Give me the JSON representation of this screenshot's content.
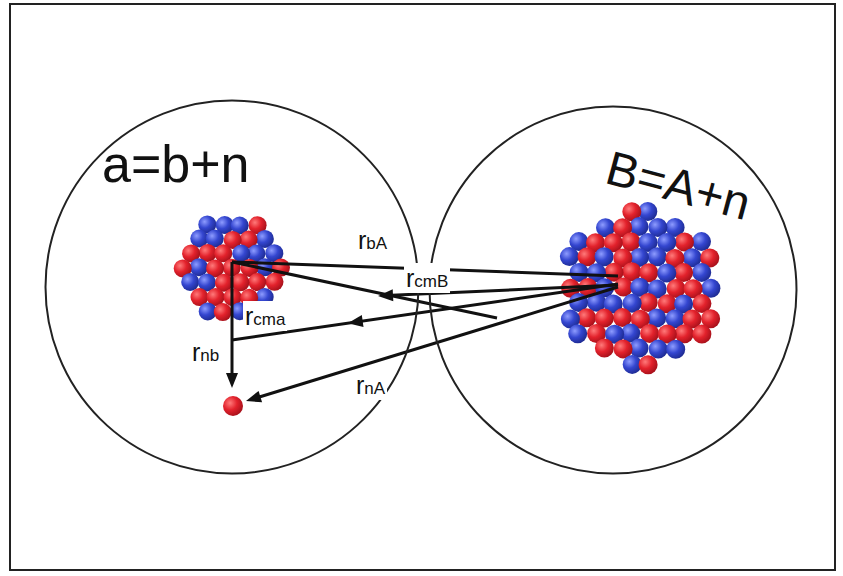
{
  "diagram": {
    "nodes": [
      {
        "text": [
          "a=b+n"
        ]
      },
      {
        "text": [
          "B=A+n"
        ]
      }
    ],
    "labels": [
      "rbA",
      "rcmB",
      "rcma",
      "rnb",
      "rnA"
    ]
  }
}
